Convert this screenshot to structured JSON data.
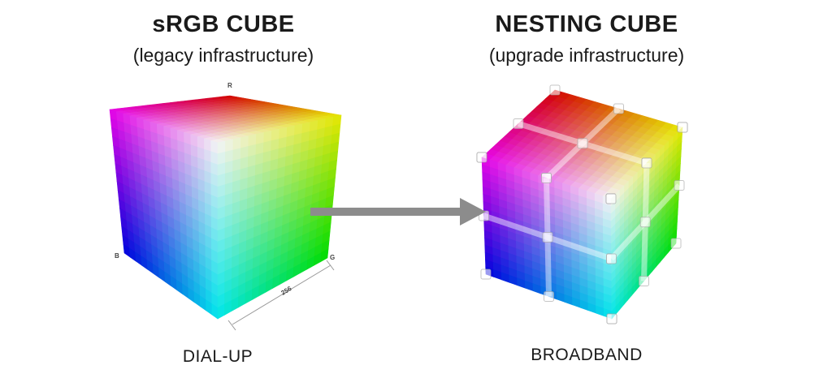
{
  "left": {
    "title": "sRGB CUBE",
    "subtitle": "(legacy infrastructure)",
    "caption": "DIAL-UP",
    "axis_labels": {
      "r": "R",
      "b": "B",
      "g": "G"
    },
    "dimension": "256"
  },
  "right": {
    "title": "NESTING CUBE",
    "subtitle": "(upgrade infrastructure)",
    "caption": "BROADBAND"
  },
  "colors": {
    "arrow": "#8c8c8c",
    "text": "#1a1a1a"
  }
}
